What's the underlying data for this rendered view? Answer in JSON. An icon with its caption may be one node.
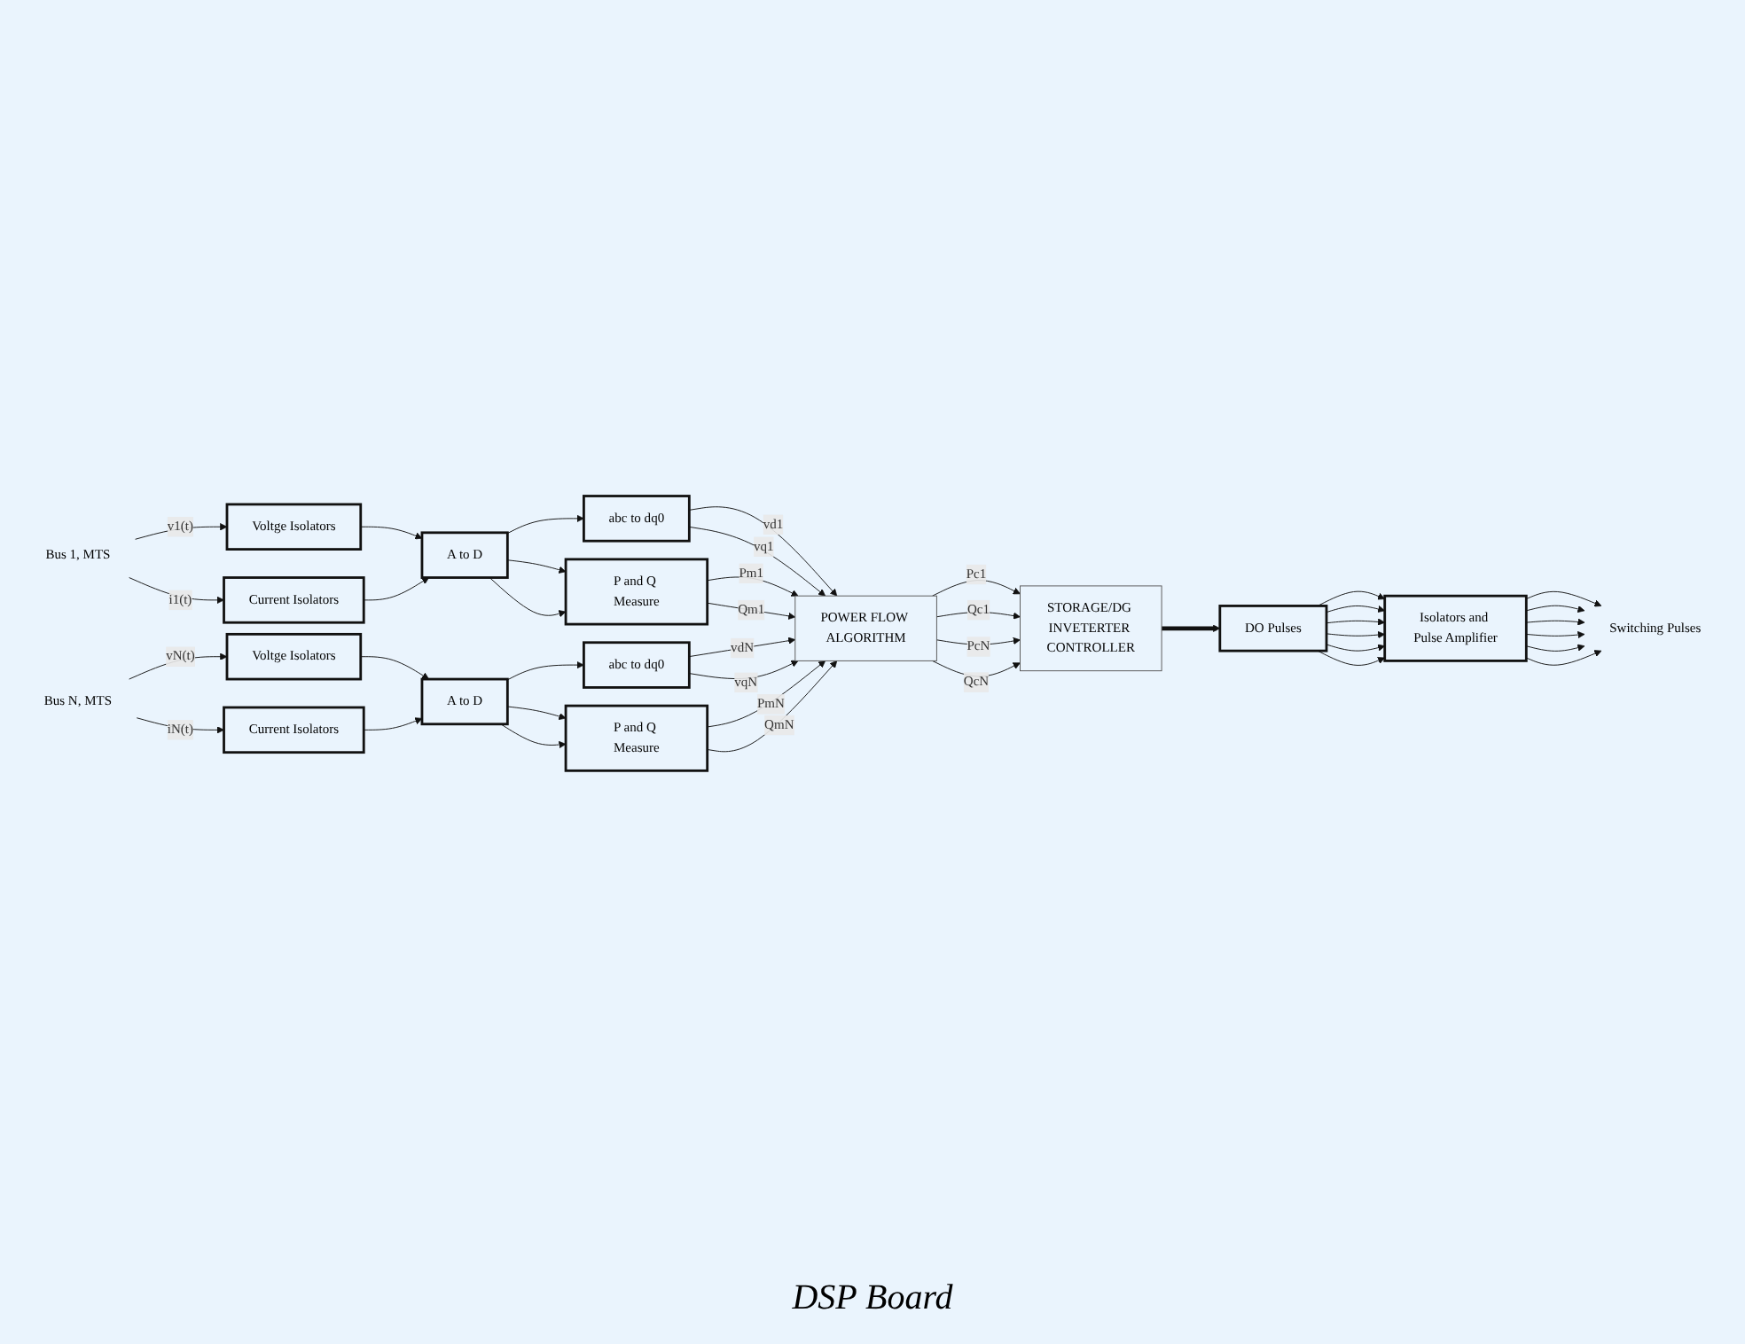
{
  "diagram": {
    "caption": "DSP Board",
    "nodes": [
      {
        "text": [
          "Bus 1, MTS"
        ]
      },
      {
        "text": [
          "Voltge Isolators"
        ]
      },
      {
        "text": [
          "Current Isolators"
        ]
      },
      {
        "text": [
          "A to D"
        ]
      },
      {
        "text": [
          "abc to dq0"
        ]
      },
      {
        "text": [
          "P and Q Measure"
        ]
      },
      {
        "text": [
          "Bus N, MTS"
        ]
      },
      {
        "text": [
          "Voltge Isolators"
        ]
      },
      {
        "text": [
          "Current Isolators"
        ]
      },
      {
        "text": [
          "A to D"
        ]
      },
      {
        "text": [
          "abc to dq0"
        ]
      },
      {
        "text": [
          "P and Q Measure"
        ]
      },
      {
        "text": [
          "POWER FLOW ALGORITHM"
        ]
      },
      {
        "text": [
          "STORAGE/DG INVETERTER CONTROLLER"
        ]
      },
      {
        "text": [
          "DO Pulses"
        ]
      },
      {
        "text": [
          "Isolators and Pulse Amplifier"
        ]
      },
      {
        "text": [
          "Switching Pulses"
        ]
      }
    ],
    "edges": [
      {
        "from": 0,
        "to": 1,
        "label": "v1(t)",
        "arrow": "to"
      },
      {
        "from": 0,
        "to": 2,
        "label": "i1(t)",
        "arrow": "to"
      },
      {
        "from": 1,
        "to": 3,
        "arrow": "to"
      },
      {
        "from": 2,
        "to": 3,
        "arrow": "to"
      },
      {
        "from": 3,
        "to": 4,
        "arrow": "to"
      },
      {
        "from": 3,
        "to": 5,
        "arrow": "to"
      },
      {
        "from": 3,
        "to": 5,
        "arrow": "to"
      },
      {
        "from": 4,
        "to": 12,
        "label": "vd1",
        "arrow": "to"
      },
      {
        "from": 4,
        "to": 12,
        "label": "vq1",
        "arrow": "to"
      },
      {
        "from": 5,
        "to": 12,
        "label": "Pm1",
        "arrow": "to"
      },
      {
        "from": 5,
        "to": 12,
        "label": "Qm1",
        "arrow": "to"
      },
      {
        "from": 6,
        "to": 7,
        "label": "vN(t)",
        "arrow": "to"
      },
      {
        "from": 6,
        "to": 8,
        "label": "iN(t)",
        "arrow": "to"
      },
      {
        "from": 7,
        "to": 9,
        "arrow": "to"
      },
      {
        "from": 8,
        "to": 9,
        "arrow": "to"
      },
      {
        "from": 9,
        "to": 10,
        "arrow": "to"
      },
      {
        "from": 9,
        "to": 11,
        "arrow": "to"
      },
      {
        "from": 9,
        "to": 11,
        "arrow": "to"
      },
      {
        "from": 10,
        "to": 12,
        "label": "vdN",
        "arrow": "to"
      },
      {
        "from": 10,
        "to": 12,
        "label": "vqN",
        "arrow": "to"
      },
      {
        "from": 11,
        "to": 12,
        "label": "PmN",
        "arrow": "to"
      },
      {
        "from": 11,
        "to": 12,
        "label": "QmN",
        "arrow": "to"
      },
      {
        "from": 12,
        "to": 13,
        "label": "Pc1",
        "arrow": "to"
      },
      {
        "from": 12,
        "to": 13,
        "label": "Qc1",
        "arrow": "to"
      },
      {
        "from": 12,
        "to": 13,
        "label": "PcN",
        "arrow": "to"
      },
      {
        "from": 12,
        "to": 13,
        "label": "QcN",
        "arrow": "to"
      },
      {
        "from": 13,
        "to": 14,
        "arrow": "to",
        "style": "thick"
      },
      {
        "from": 14,
        "to": 15,
        "arrow": "to"
      },
      {
        "from": 14,
        "to": 15,
        "arrow": "to"
      },
      {
        "from": 14,
        "to": 15,
        "arrow": "to"
      },
      {
        "from": 14,
        "to": 15,
        "arrow": "to"
      },
      {
        "from": 14,
        "to": 15,
        "arrow": "to"
      },
      {
        "from": 14,
        "to": 15,
        "arrow": "to"
      },
      {
        "from": 15,
        "to": 16,
        "arrow": "to"
      },
      {
        "from": 15,
        "to": 16,
        "arrow": "to"
      },
      {
        "from": 15,
        "to": 16,
        "arrow": "to"
      },
      {
        "from": 15,
        "to": 16,
        "arrow": "to"
      },
      {
        "from": 15,
        "to": 16,
        "arrow": "to"
      },
      {
        "from": 15,
        "to": 16,
        "arrow": "to"
      }
    ]
  }
}
